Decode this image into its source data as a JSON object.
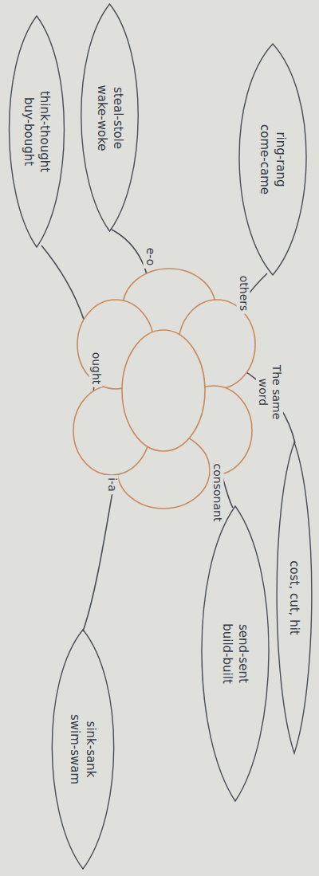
{
  "diagram": {
    "nodes": [
      {
        "text": [
          "think-thought",
          "buy-bought"
        ]
      },
      {
        "text": [
          "steal-stole",
          "wake-woke"
        ]
      },
      {
        "text": [
          "ring-rang",
          "come-came"
        ]
      },
      {
        "text": [
          "cost, cut, hit"
        ]
      },
      {
        "text": [
          "send-sent",
          "build-built"
        ]
      },
      {
        "text": [
          "sink-sank",
          "swim-swam"
        ]
      }
    ],
    "labels": [
      "ought",
      "e-o",
      "others",
      "The same word",
      "consonant",
      "i-a"
    ]
  }
}
